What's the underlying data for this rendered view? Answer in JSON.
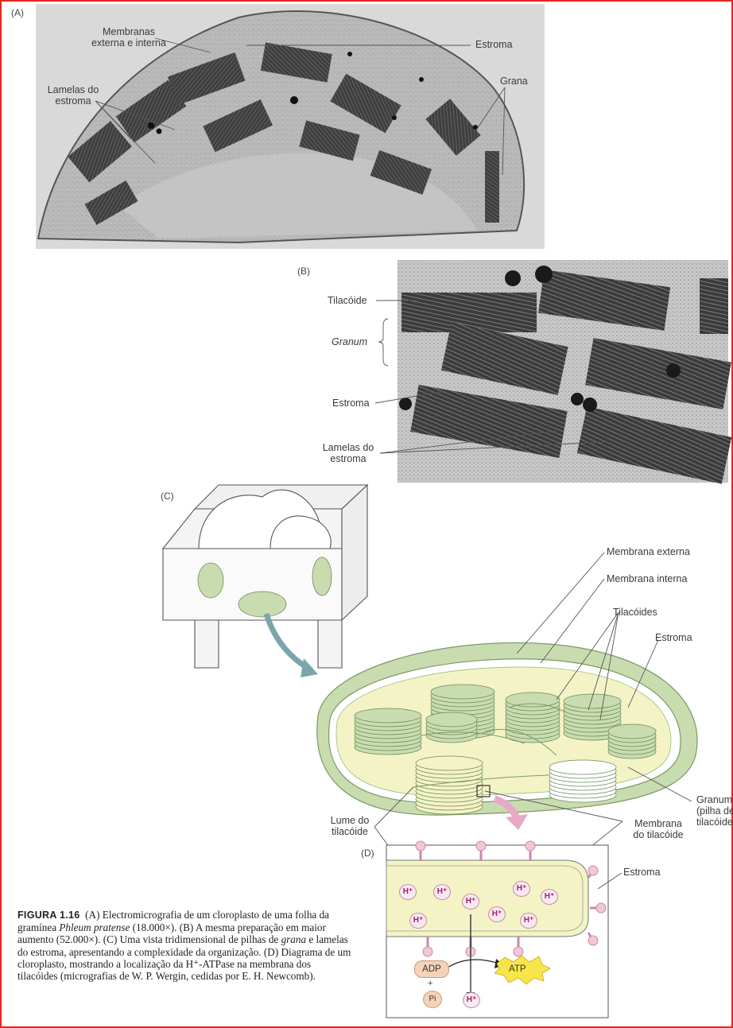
{
  "panel_a": {
    "letter": "(A)",
    "labels": {
      "membranas_1": "Membranas",
      "membranas_2": "externa e interna",
      "estroma": "Estroma",
      "lamelas_1": "Lamelas do",
      "lamelas_2": "estroma",
      "grana": "Grana"
    }
  },
  "panel_b": {
    "letter": "(B)",
    "labels": {
      "tilacoide": "Tilacóide",
      "granum": "Granum",
      "estroma": "Estroma",
      "lamelas_1": "Lamelas do",
      "lamelas_2": "estroma"
    }
  },
  "panel_c": {
    "letter": "(C)",
    "labels": {
      "membrana_externa": "Membrana externa",
      "membrana_interna": "Membrana interna",
      "tilacoides": "Tilacóides",
      "estroma": "Estroma",
      "granum_1": "Granum",
      "granum_2": "(pilha de",
      "granum_3": "tilacóides)",
      "lume_1": "Lume do",
      "lume_2": "tilacóide",
      "membrana_tilacoide_1": "Membrana",
      "membrana_tilacoide_2": "do tilacóide"
    }
  },
  "panel_d": {
    "letter": "(D)",
    "labels": {
      "estroma": "Estroma",
      "h_plus": "H⁺",
      "adp": "ADP",
      "plus": "+",
      "pi": "Pi",
      "atp": "ATP"
    }
  },
  "caption": {
    "figure_label": "FIGURA 1.16",
    "text_1": "(A) Electromicrografia de um cloroplasto de uma folha da gramínea",
    "species": "Phleum pratense",
    "text_2": "(18.000×). (B) A mesma preparação em maior aumento (52.000×). (C) Uma vista tridimensional de pilhas de",
    "grana": "grana",
    "text_3": "e lamelas do estroma, apresentando a complexidade da organização. (D) Diagrama de um cloroplasto, mostrando a localização da H⁺-ATPase na membrana dos tilacóides (micrografias de W. P. Wergin, cedidas por E. H. Newcomb)."
  },
  "colors": {
    "frame": "#e3261f",
    "chloroplast_green": "#c9dcb0",
    "lumen_yellow": "#f4f3c5",
    "atpase_pink": "#f0c7d8",
    "hplus_magenta": "#b0186b",
    "atp_yellow": "#f7e64a",
    "adp_orange": "#f4d3b8",
    "arrow_teal": "#7aa6aa",
    "arrow_pink": "#e8a8c8"
  }
}
